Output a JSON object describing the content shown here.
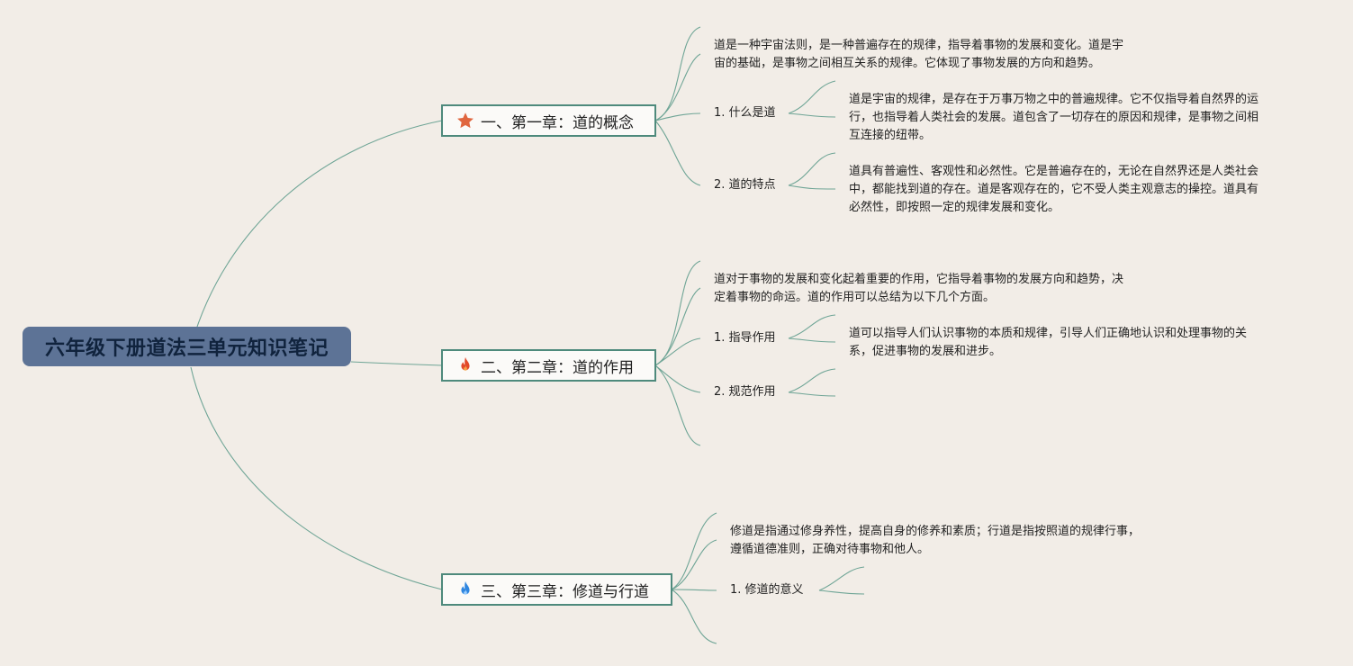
{
  "root": {
    "title": "六年级下册道法三单元知识笔记"
  },
  "chapters": [
    {
      "title": "一、第一章：道的概念",
      "icon": "star-icon",
      "icon_color": "#e0663f",
      "intro": [
        "道是一种宇宙法则，是一种普遍存在的规律，指导着事物的发展和变化。道是宇",
        "宙的基础，是事物之间相互关系的规律。它体现了事物发展的方向和趋势。"
      ],
      "subs": [
        {
          "label": "1. 什么是道",
          "text": [
            "道是宇宙的规律，是存在于万事万物之中的普遍规律。它不仅指导着自然界的运",
            "行，也指导着人类社会的发展。道包含了一切存在的原因和规律，是事物之间相",
            "互连接的纽带。"
          ]
        },
        {
          "label": "2. 道的特点",
          "text": [
            "道具有普遍性、客观性和必然性。它是普遍存在的，无论在自然界还是人类社会",
            "中，都能找到道的存在。道是客观存在的，它不受人类主观意志的操控。道具有",
            "必然性，即按照一定的规律发展和变化。"
          ]
        }
      ]
    },
    {
      "title": "二、第二章：道的作用",
      "icon": "fire-icon",
      "icon_color": "#e2492a",
      "intro": [
        "道对于事物的发展和变化起着重要的作用，它指导着事物的发展方向和趋势，决",
        "定着事物的命运。道的作用可以总结为以下几个方面。"
      ],
      "subs": [
        {
          "label": "1. 指导作用",
          "text": [
            "道可以指导人们认识事物的本质和规律，引导人们正确地认识和处理事物的关",
            "系，促进事物的发展和进步。"
          ]
        },
        {
          "label": "2. 规范作用",
          "text": []
        }
      ]
    },
    {
      "title": "三、第三章：修道与行道",
      "icon": "blue-flame-icon",
      "icon_color": "#2f86e0",
      "intro": [
        "修道是指通过修身养性，提高自身的修养和素质；行道是指按照道的规律行事，",
        "遵循道德准则，正确对待事物和他人。"
      ],
      "subs": [
        {
          "label": "1. 修道的意义",
          "text": []
        }
      ]
    }
  ],
  "colors": {
    "line": "#6fa596",
    "border": "#4e8a7c",
    "root_bg": "#5d7396"
  }
}
